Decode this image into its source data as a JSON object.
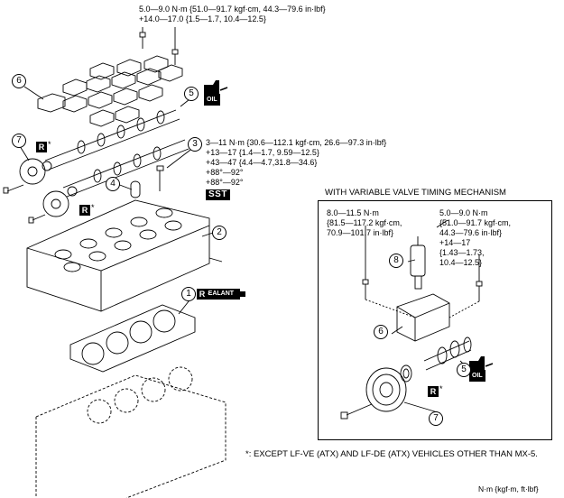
{
  "torque": {
    "top_line1": "5.0—9.0 N·m {51.0—91.7 kgf·cm, 44.3—79.6 in·lbf}",
    "top_line2": "+14.0—17.0 {1.5—1.7, 10.4—12.5}",
    "mid_lines": [
      "3—11 N·m {30.6—112.1 kgf·cm, 26.6—97.3 in·lbf}",
      "+13—17 {1.4—1.7, 9.59—12.5}",
      "+43—47 {4.4—4.7,31.8—34.6}",
      "+88°—92°",
      "+88°—92°"
    ],
    "inset_left": [
      "8.0—11.5 N·m",
      "{81.5—117.2 kgf·cm,",
      "70.9—101.7 in·lbf}"
    ],
    "inset_right": [
      "5.0—9.0 N·m",
      "{51.0—91.7 kgf·cm,",
      "44.3—79.6 in·lbf}",
      "+14—17",
      "{1.43—1.73,",
      "10.4—12.5}"
    ]
  },
  "labels": {
    "sst": "SST",
    "r": "R",
    "asterisk": "*",
    "sealant": "SEALANT",
    "oil": "OIL",
    "inset_title": "WITH VARIABLE VALVE TIMING MECHANISM",
    "footnote": "*: EXCEPT LF-VE (ATX) AND LF-DE (ATX) VEHICLES OTHER THAN MX-5.",
    "units": "N·m {kgf·m, ft·lbf}"
  },
  "callouts": {
    "c1": "1",
    "c2": "2",
    "c3": "3",
    "c4": "4",
    "c5": "5",
    "c6": "6",
    "c7": "7",
    "i5": "5",
    "i6": "6",
    "i7": "7",
    "i8": "8"
  }
}
